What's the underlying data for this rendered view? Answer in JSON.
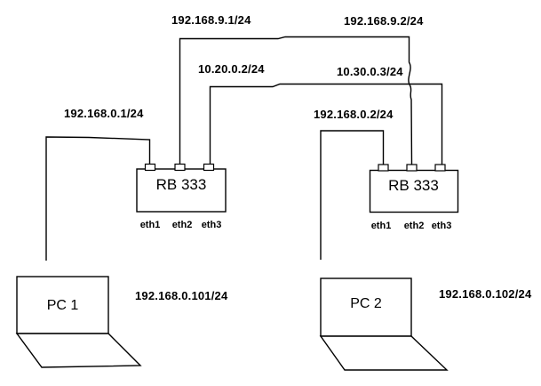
{
  "diagram": {
    "type": "network-topology",
    "colors": {
      "background": "#ffffff",
      "line": "#000000",
      "text": "#000000"
    },
    "link_labels": {
      "router1_wan": "192.168.9.1/24",
      "router2_wan": "192.168.9.2/24",
      "router1_mid": "10.20.0.2/24",
      "router2_mid": "10.30.0.3/24",
      "router1_lan": "192.168.0.1/24",
      "router2_lan": "192.168.0.2/24",
      "pc1_ip": "192.168.0.101/24",
      "pc2_ip": "192.168.0.102/24"
    },
    "routers": [
      {
        "name": "RB 333",
        "ports": [
          "eth1",
          "eth2",
          "eth3"
        ]
      },
      {
        "name": "RB 333",
        "ports": [
          "eth1",
          "eth2",
          "eth3"
        ]
      }
    ],
    "pcs": [
      {
        "name": "PC 1"
      },
      {
        "name": "PC 2"
      }
    ]
  }
}
